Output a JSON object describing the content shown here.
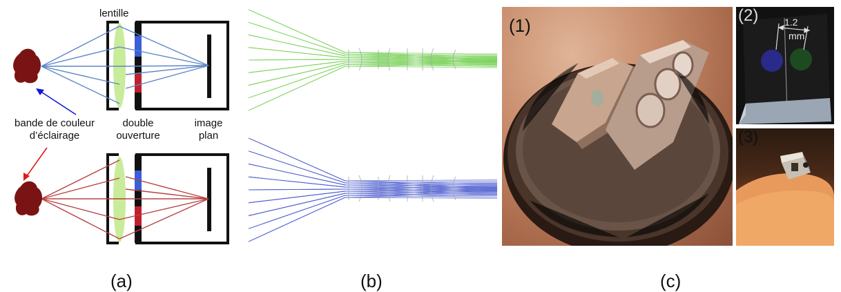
{
  "panel_a": {
    "lens_label": "lentille",
    "color_band_label_line1": "bande de couleur",
    "color_band_label_line2": "d’éclairage",
    "aperture_label_line1": "double",
    "aperture_label_line2": "ouverture",
    "image_plane_label_line1": "image",
    "image_plane_label_line2": "plan",
    "colors": {
      "object": "#7a1414",
      "blue_rays": "#5b86c8",
      "red_rays": "#b84040",
      "lens": "#c8ec9a",
      "filter_blue": "#3a5fd8",
      "filter_red": "#c0202e",
      "blue_arrow": "#1414d8",
      "red_arrow": "#e01818"
    }
  },
  "panel_b": {
    "colors": {
      "top_rays": "#7ad25a",
      "bottom_rays": "#4a5ad0"
    }
  },
  "panel_c": {
    "photo1_label": "(1)",
    "photo2_label": "(2)",
    "photo2_dimension_value": "1.2",
    "photo2_dimension_unit": "mm",
    "photo3_label": "(3)"
  },
  "captions": {
    "a": "(a)",
    "b": "(b)",
    "c": "(c)"
  }
}
